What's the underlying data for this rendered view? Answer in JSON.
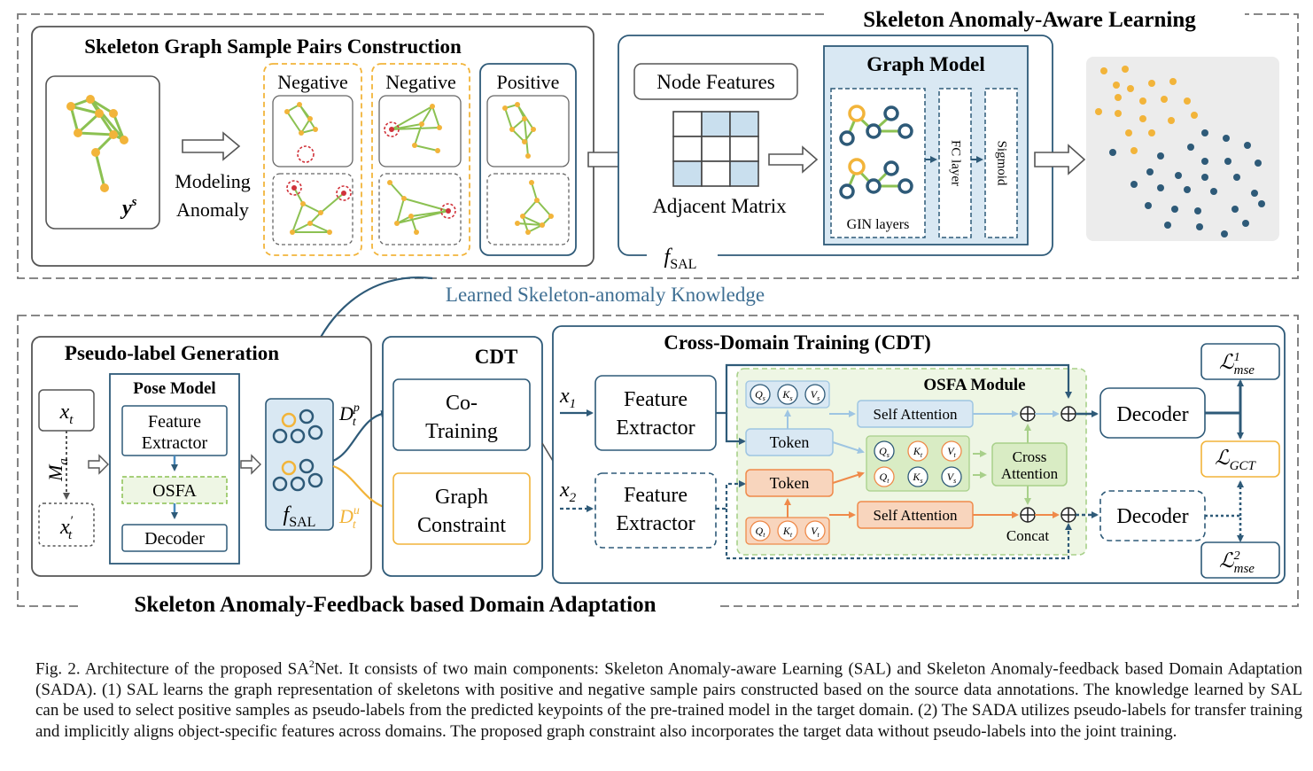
{
  "sal": {
    "title": "Skeleton Anomaly-Aware Learning",
    "pairs_title": "Skeleton Graph Sample Pairs Construction",
    "ys_base": "y",
    "ys_sup": "s",
    "modeling": "Modeling",
    "anomaly": "Anomaly",
    "negative1": "Negative",
    "negative2": "Negative",
    "positive": "Positive",
    "node_features": "Node Features",
    "adjacent_matrix": "Adjacent Matrix",
    "fsal_base": "f",
    "fsal_sub": "SAL",
    "graph_model": "Graph Model",
    "gin_layers": "GIN layers",
    "fc_layer": "FC layer",
    "sigmoid": "Sigmoid"
  },
  "knowledge_label": "Learned Skeleton-anomaly Knowledge",
  "sada": {
    "title": "Skeleton Anomaly-Feedback based Domain Adaptation",
    "pseudo_title": "Pseudo-label Generation",
    "xt_base": "x",
    "xt_sub": "t",
    "xtp_base": "x",
    "xtp_sub": "t",
    "xtp_prime": "′",
    "ma_base": "M",
    "ma_sub": "a",
    "pose_model": "Pose Model",
    "feature_extractor_1": "Feature",
    "feature_extractor_2": "Extractor",
    "osfa": "OSFA",
    "decoder": "Decoder",
    "fsal_base": "f",
    "fsal_sub": "SAL",
    "dtp_base": "D",
    "dtp_sub": "t",
    "dtp_sup": "p",
    "dtu_base": "D",
    "dtu_sub": "t",
    "dtu_sup": "u",
    "cdt": "CDT",
    "co_training_1": "Co-",
    "co_training_2": "Training",
    "graph_constraint_1": "Graph",
    "graph_constraint_2": "Constraint",
    "cross_domain_title": "Cross-Domain Training (CDT)",
    "x1_base": "x",
    "x1_sub": "1",
    "x2_base": "x",
    "x2_sub": "2",
    "fe_top_1": "Feature",
    "fe_top_2": "Extractor",
    "fe_bot_1": "Feature",
    "fe_bot_2": "Extractor",
    "osfa_module": "OSFA Module",
    "qs": "Q",
    "qs_sub": "s",
    "ks": "K",
    "ks_sub": "s",
    "vs": "V",
    "vs_sub": "s",
    "qt": "Q",
    "qt_sub": "t",
    "kt": "K",
    "kt_sub": "t",
    "vt": "V",
    "vt_sub": "t",
    "token_top": "Token",
    "token_bot": "Token",
    "self_attention_top": "Self Attention",
    "self_attention_bot": "Self Attention",
    "cross_attention_1": "Cross",
    "cross_attention_2": "Attention",
    "concat": "Concat",
    "decoder_top": "Decoder",
    "decoder_bot": "Decoder",
    "lmse1_base": "ℒ",
    "lmse1_sub": "mse",
    "lmse1_sup": "1",
    "lgct_base": "ℒ",
    "lgct_sub": "GCT",
    "lmse2_base": "ℒ",
    "lmse2_sub": "mse",
    "lmse2_sup": "2"
  },
  "caption": {
    "p1": "Fig. 2.  Architecture of the proposed SA",
    "p1_sup": "2",
    "p2": "Net. It consists of two main components: Skeleton Anomaly-aware Learning (SAL) and Skeleton Anomaly-feedback based Domain Adaptation (SADA). (1) SAL learns the graph representation of skeletons with positive and negative sample pairs constructed based on the source data annotations. The knowledge learned by SAL can be used to select positive samples as pseudo-labels from the predicted keypoints of the pre-trained model in the target domain. (2) The SADA utilizes pseudo-labels for transfer training and implicitly aligns object-specific features across domains. The proposed graph constraint also incorporates the target data without pseudo-labels into the joint training."
  },
  "colors": {
    "navy": "#2e5a78",
    "gold": "#f2b43a",
    "green": "#8cc152",
    "red": "#d0323a",
    "light_blue": "#d9e8f3",
    "light_green": "#eef6e4",
    "orange_fill": "#f8d5bd",
    "orange": "#ef8a4a"
  }
}
